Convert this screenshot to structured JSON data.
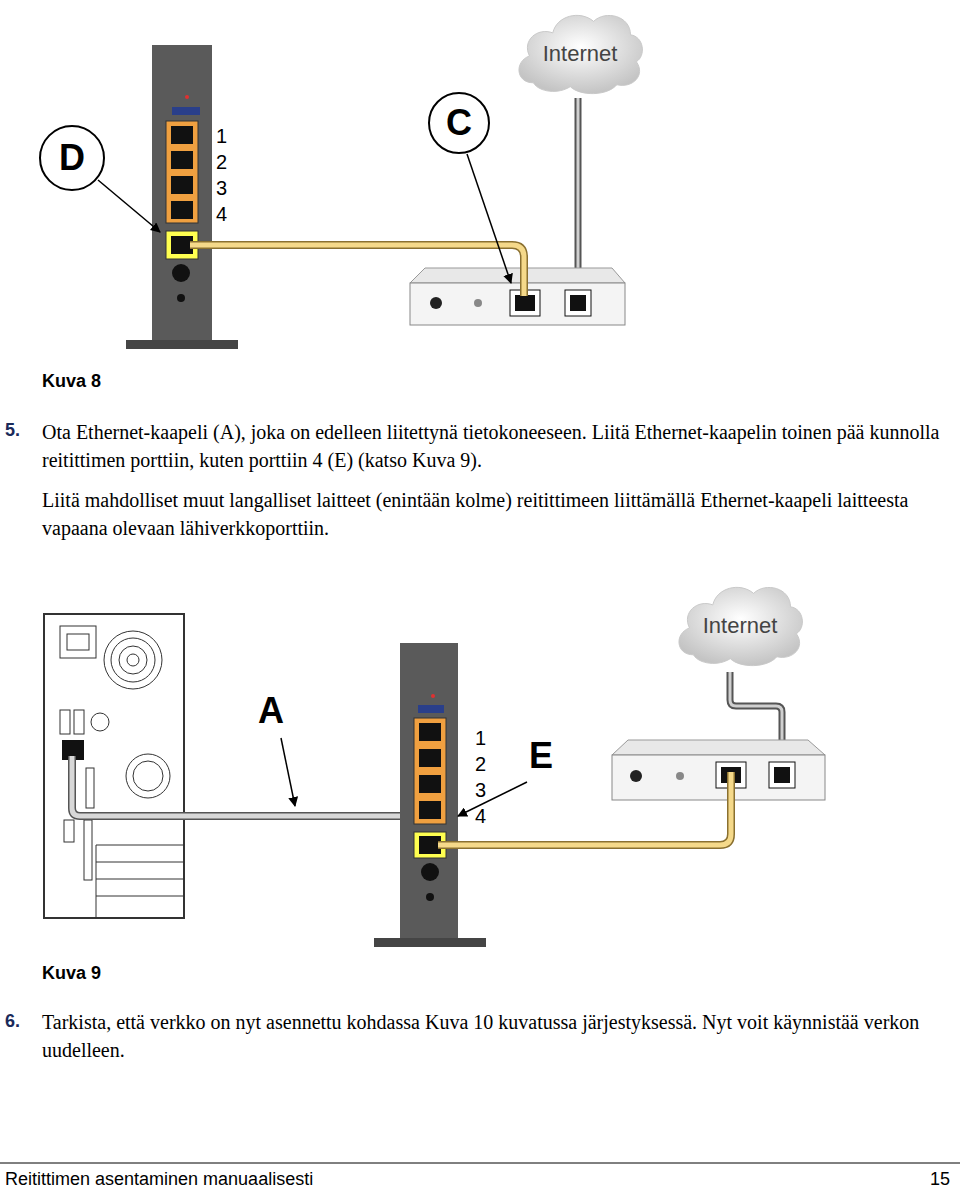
{
  "diagram": {
    "nodes": [
      {
        "text": [
          "Internet"
        ]
      },
      {
        "text": [
          "C"
        ]
      },
      {
        "text": [
          "D"
        ]
      },
      {
        "text": [
          "Internet"
        ]
      }
    ],
    "labels": [
      "1",
      "2",
      "3",
      "4",
      "Kuva 8",
      "5.",
      "Ota Ethernet-kaapeli (A), joka on edelleen liitettynä tietokoneeseen. Liitä Ethernet-kaapelin toinen pää kunnolla reitittimen porttiin, kuten porttiin 4 (E) (katso Kuva 9).",
      "Liitä mahdolliset muut langalliset laitteet (enintään kolme) reitittimeen liittämällä Ethernet-kaapeli laitteesta vapaana olevaan lähiverkkoporttiin.",
      "A",
      "E",
      "1",
      "2",
      "3",
      "4",
      "Kuva 9",
      "6.",
      "Tarkista, että verkko on nyt asennettu kohdassa Kuva 10 kuvatussa järjestyksessä. Nyt voit käynnistää verkon uudelleen.",
      "Reitittimen asentaminen manuaalisesti",
      "15"
    ]
  }
}
